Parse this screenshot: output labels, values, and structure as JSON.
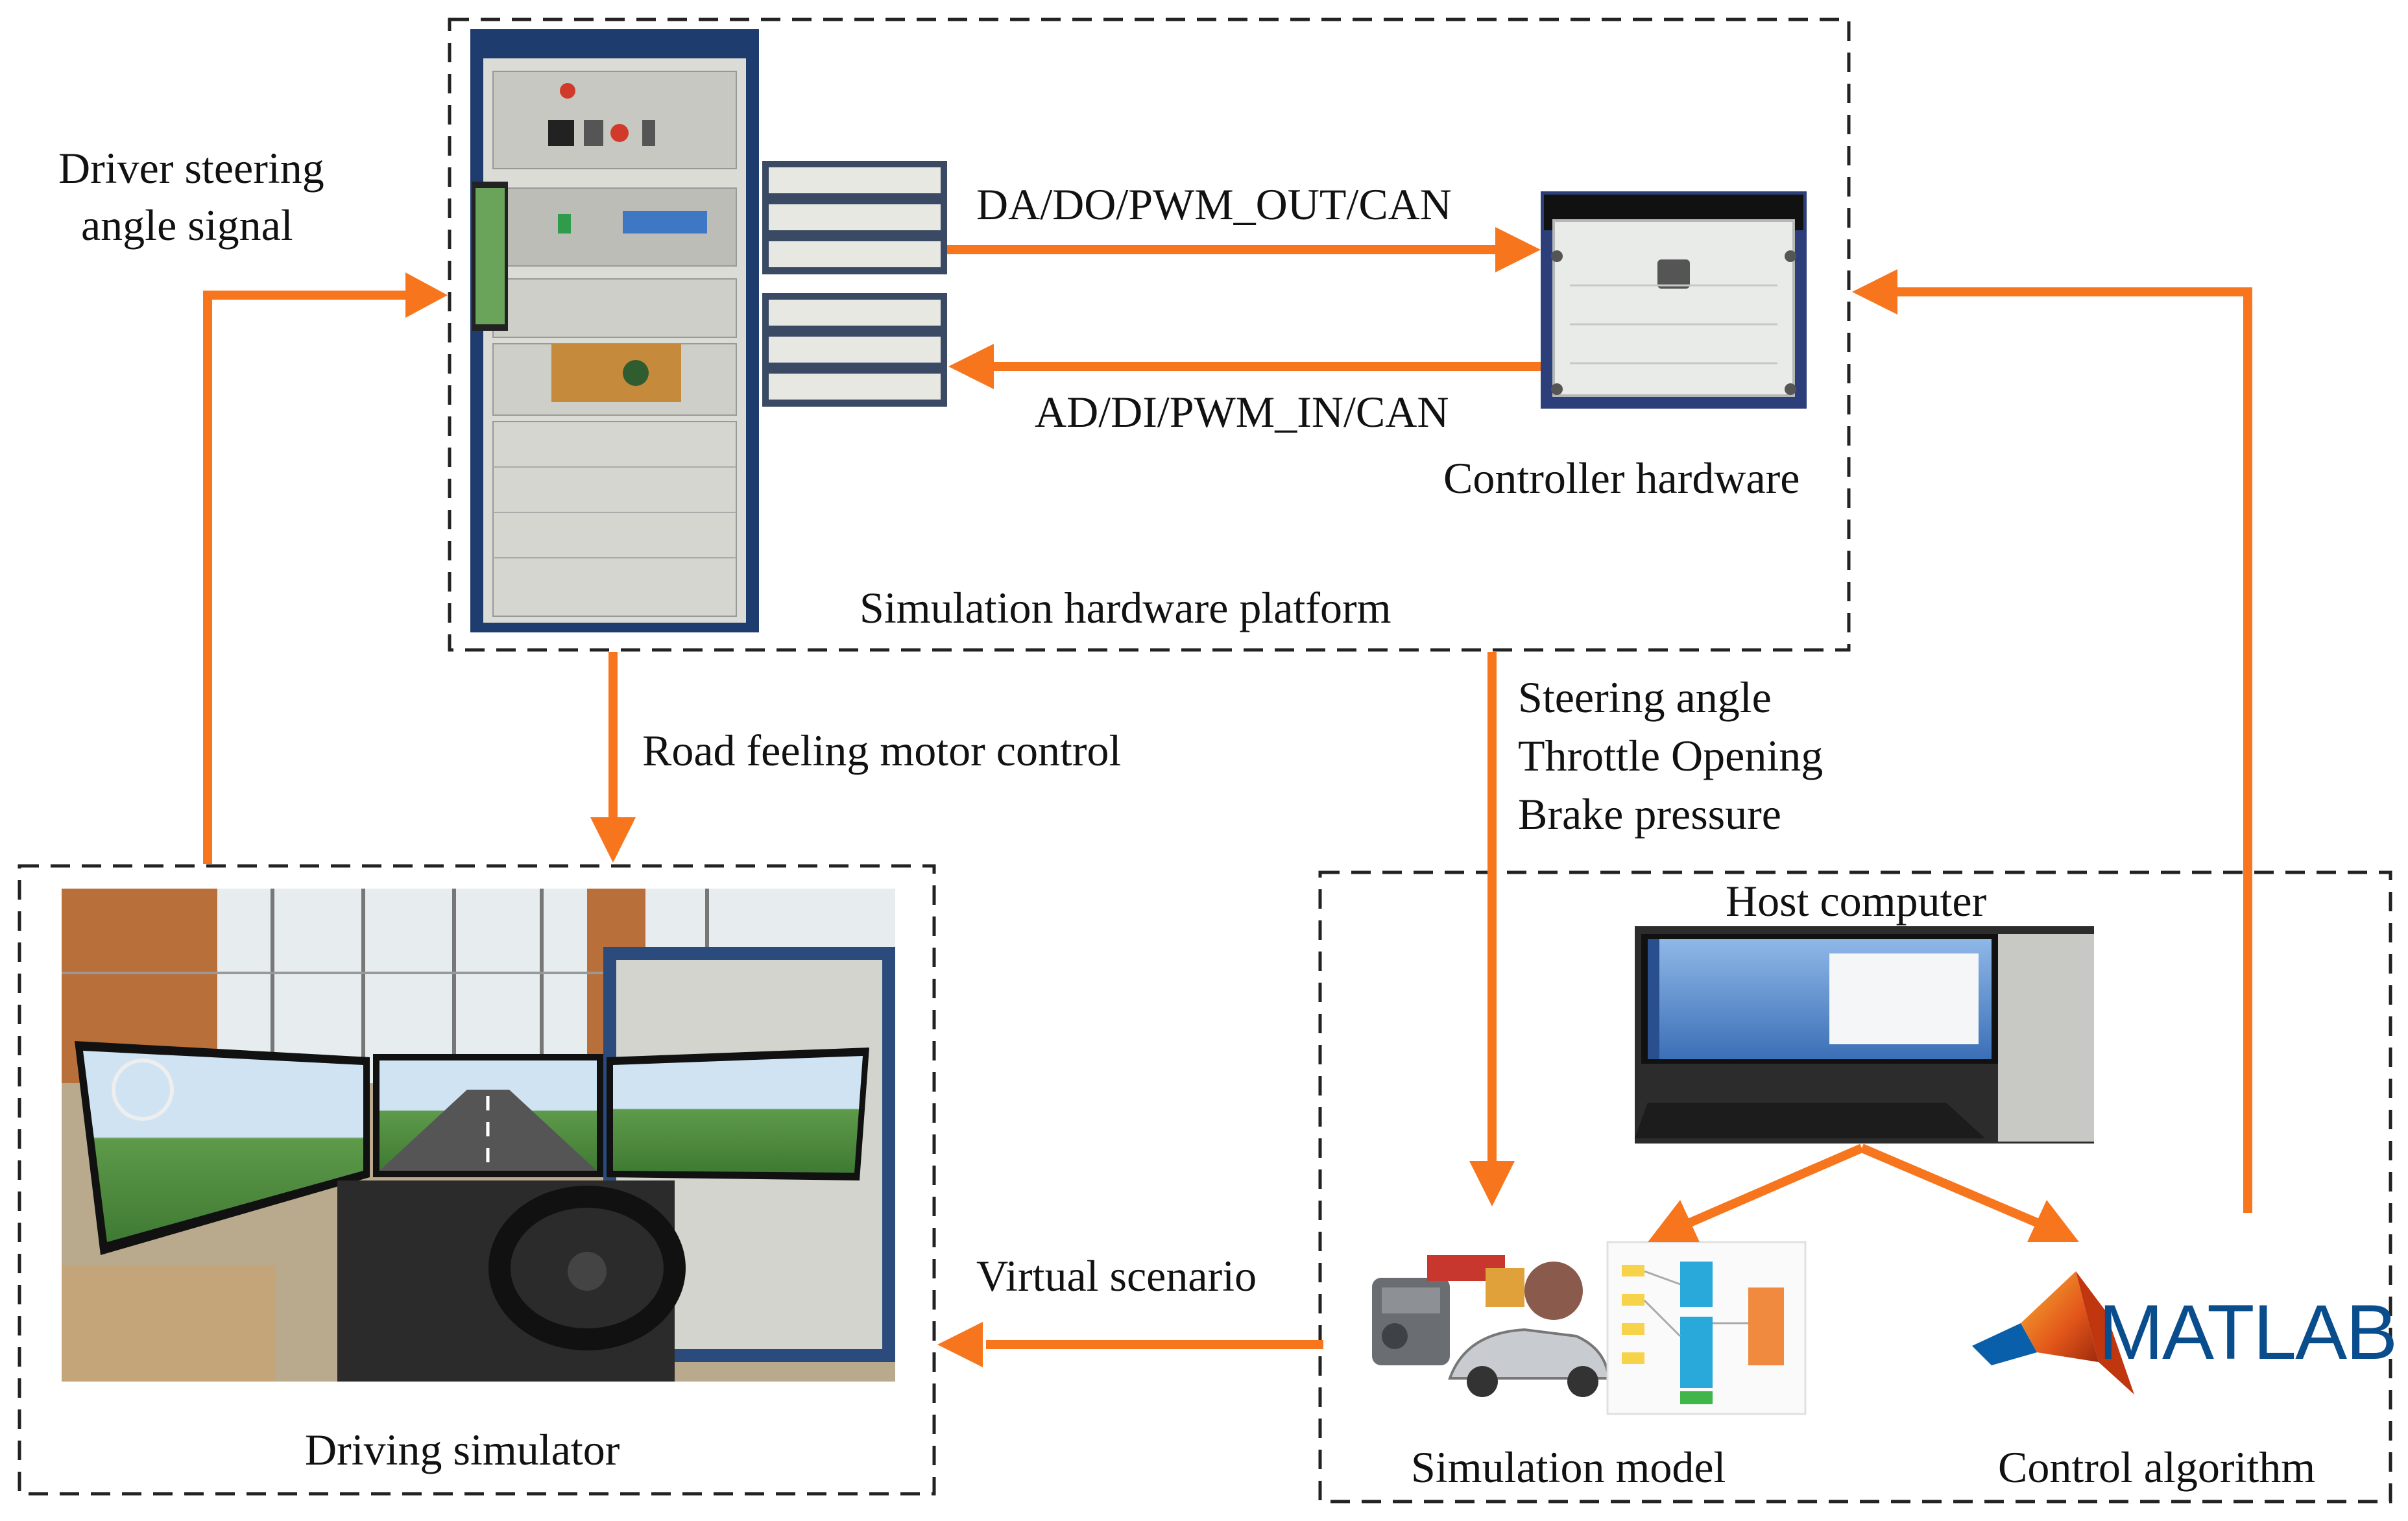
{
  "labels": {
    "driver_signal_line1": "Driver steering",
    "driver_signal_line2": "angle signal",
    "da_do": "DA/DO/PWM_OUT/CAN",
    "ad_di": "AD/DI/PWM_IN/CAN",
    "controller_hardware": "Controller hardware",
    "simulation_platform": "Simulation hardware platform",
    "road_feeling": "Road feeling motor control",
    "steering_angle": "Steering angle",
    "throttle_opening": "Throttle Opening",
    "brake_pressure": "Brake pressure",
    "host_computer": "Host computer",
    "virtual_scenario": "Virtual scenario",
    "driving_simulator": "Driving simulator",
    "simulation_model": "Simulation model",
    "control_algorithm": "Control algorithm"
  },
  "logo": {
    "text": "MATLAB"
  },
  "colors": {
    "arrow": "#f7761d",
    "dashed_border": "#222222",
    "matlab_blue": "#0a4d8c",
    "matlab_orange": "#ef7b22"
  }
}
